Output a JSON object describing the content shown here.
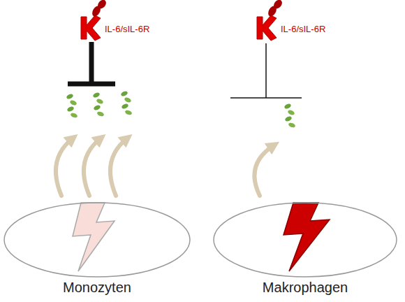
{
  "diagram": {
    "nodes": [
      {
        "text": [
          "Monozyten"
        ]
      },
      {
        "text": [
          "Makrophagen"
        ]
      }
    ],
    "labels": [
      "IL-6/sIL-6R",
      "IL-6/sIL-6R"
    ]
  }
}
